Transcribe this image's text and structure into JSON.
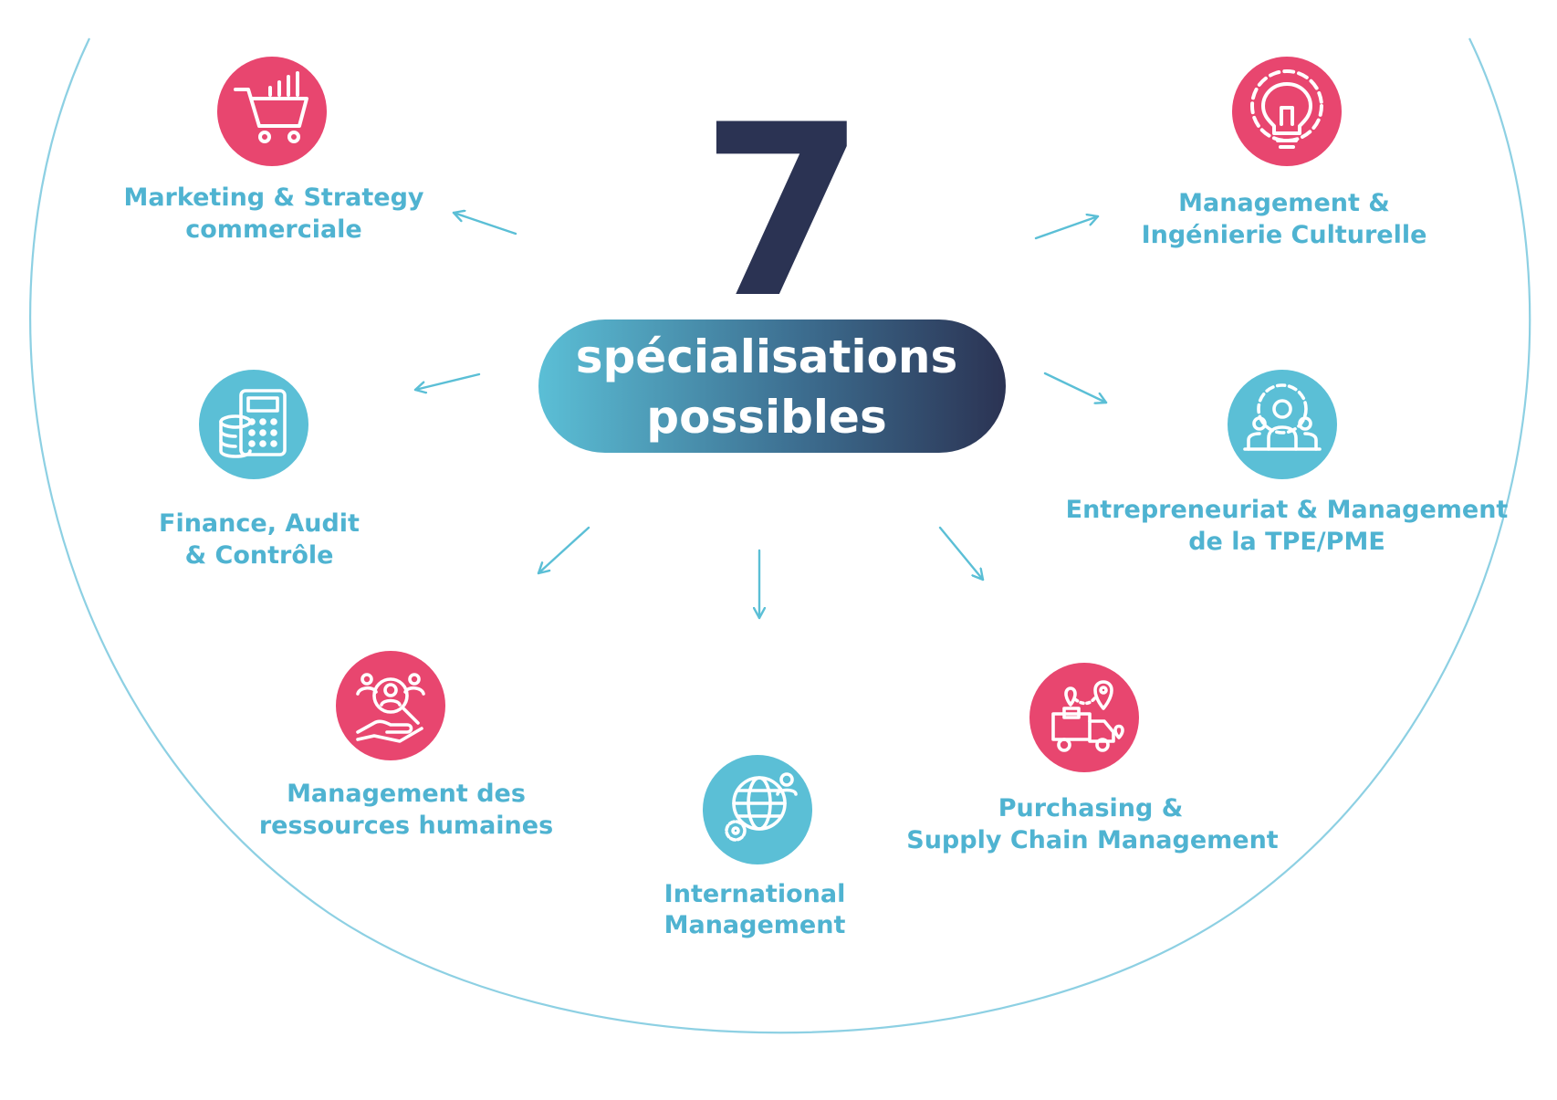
{
  "headline": {
    "number": "7",
    "line1": "spécialisations",
    "line2": "possibles"
  },
  "colors": {
    "accent_blue": "#5bbfd6",
    "accent_pink": "#e8466f",
    "navy": "#2b3353",
    "label_blue": "#4fb3d1",
    "curve": "#8dd0e3"
  },
  "specializations": [
    {
      "id": "marketing",
      "line1": "Marketing & Strategy",
      "line2": "commerciale",
      "icon": "shopping-cart-chart-icon",
      "color": "pink"
    },
    {
      "id": "culturelle",
      "line1": "Management &",
      "line2": "Ingénierie Culturelle",
      "icon": "lightbulb-gear-icon",
      "color": "pink"
    },
    {
      "id": "finance",
      "line1": "Finance, Audit",
      "line2": "& Contrôle",
      "icon": "calculator-coins-icon",
      "color": "blue"
    },
    {
      "id": "entrepreneuriat",
      "line1": "Entrepreneuriat & Management",
      "line2": "de la TPE/PME",
      "icon": "team-gear-icon",
      "color": "blue"
    },
    {
      "id": "rh",
      "line1": "Management des",
      "line2": "ressources humaines",
      "icon": "hand-people-search-icon",
      "color": "pink"
    },
    {
      "id": "international",
      "line1": "International",
      "line2": "Management",
      "icon": "globe-gear-icon",
      "color": "blue"
    },
    {
      "id": "supply",
      "line1": "Purchasing &",
      "line2": "Supply Chain Management",
      "icon": "delivery-truck-location-icon",
      "color": "pink"
    }
  ]
}
